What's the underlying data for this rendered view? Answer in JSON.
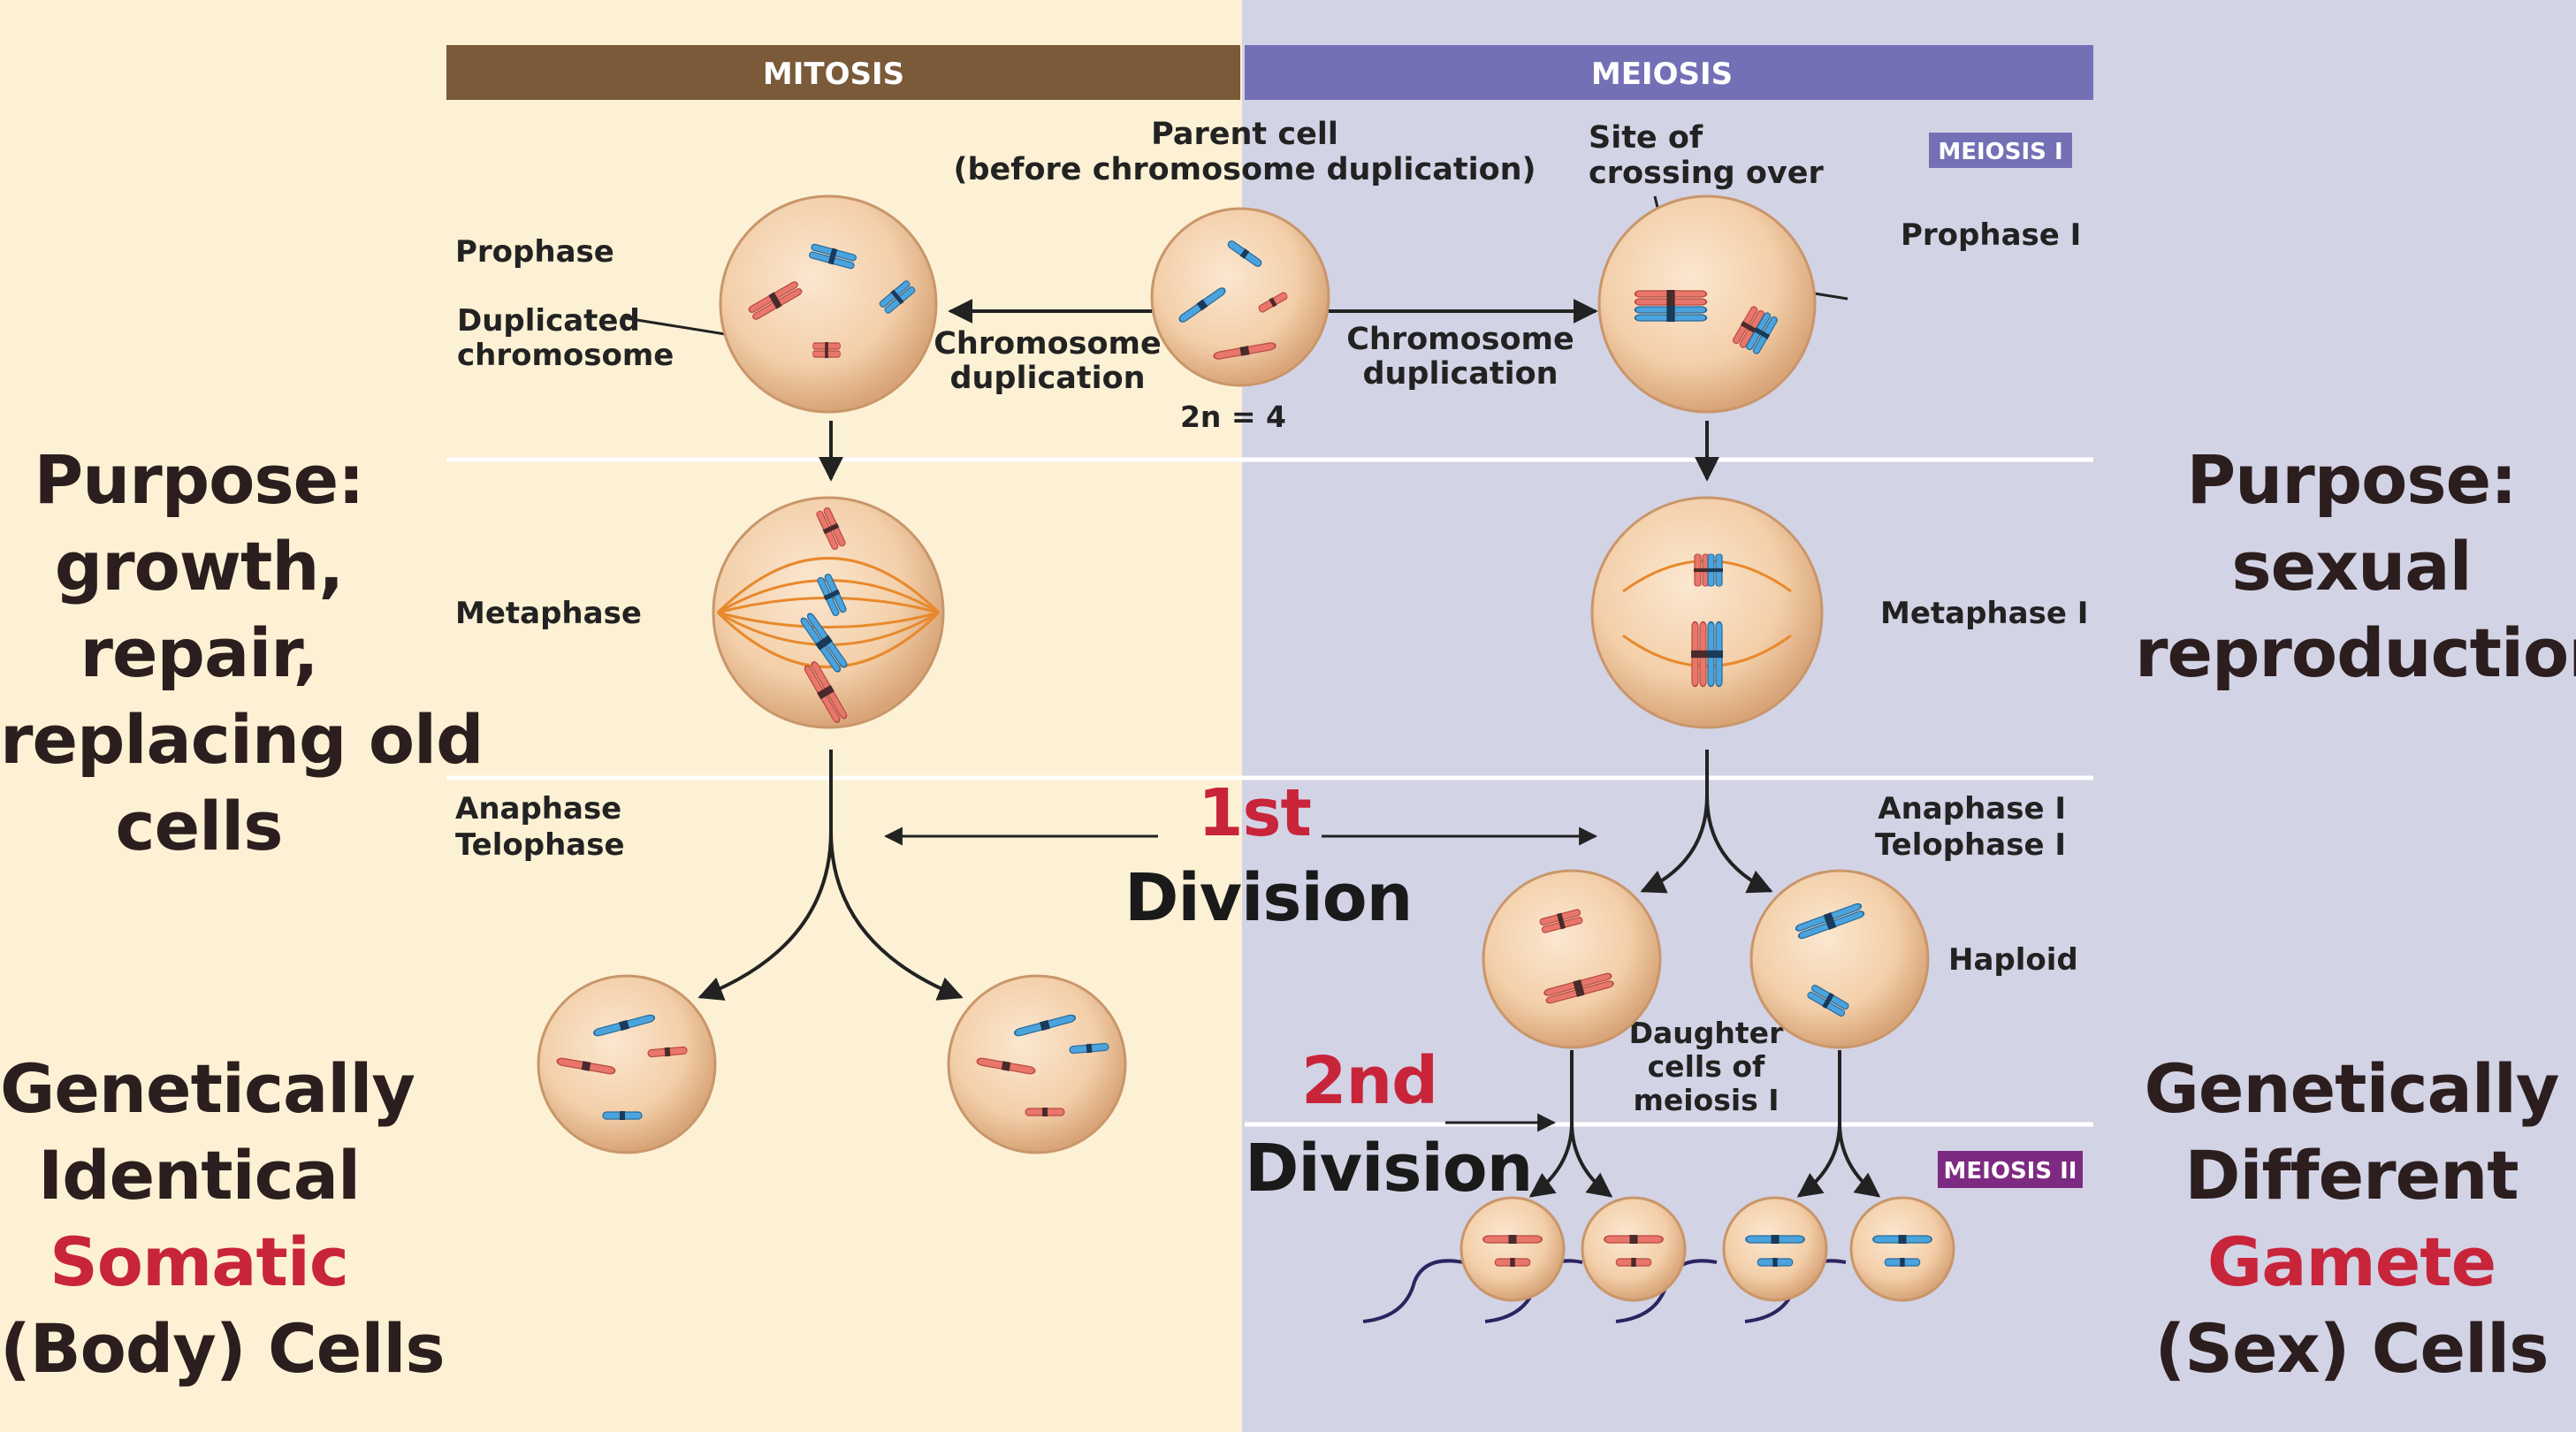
{
  "headers": {
    "mitosis": "MITOSIS",
    "meiosis": "MEIOSIS"
  },
  "badges": {
    "meiosis1": "MEIOSIS I",
    "meiosis2": "MEIOSIS II"
  },
  "parent_cell": {
    "line1": "Parent cell",
    "line2": "(before chromosome duplication)",
    "ploidy": "2n = 4"
  },
  "duplication": {
    "left_line1": "Chromosome",
    "left_line2": "duplication",
    "right_line1": "Chromosome",
    "right_line2": "duplication"
  },
  "mitosis_stages": {
    "prophase": "Prophase",
    "dup_chrom_line1": "Duplicated",
    "dup_chrom_line2": "chromosome",
    "metaphase": "Metaphase",
    "anaphase": "Anaphase",
    "telophase": "Telophase"
  },
  "meiosis_stages": {
    "crossing_line1": "Site of",
    "crossing_line2": "crossing over",
    "prophase1": "Prophase I",
    "metaphase1": "Metaphase I",
    "anaphase1": "Anaphase I",
    "telophase1": "Telophase I",
    "haploid": "Haploid",
    "daughter_line1": "Daughter",
    "daughter_line2": "cells of",
    "daughter_line3": "meiosis I"
  },
  "divisions": {
    "first_num": "1st",
    "first_word": "Division",
    "second_num": "2nd",
    "second_word": "Division"
  },
  "left_purpose": [
    "Purpose:",
    "growth,",
    "repair,",
    "replacing old",
    "cells"
  ],
  "left_result": {
    "line1": "Genetically",
    "line2": "Identical",
    "line3": "Somatic",
    "line4": "(Body) Cells"
  },
  "right_purpose": [
    "Purpose:",
    "sexual",
    "reproduction"
  ],
  "right_result": {
    "line1": "Genetically",
    "line2": "Different",
    "line3": "Gamete",
    "line4": "(Sex) Cells"
  },
  "colors": {
    "mitosis_header": "#7a5a38",
    "meiosis_header": "#7470b6",
    "chromosome_red": "#e8766a",
    "chromosome_blue": "#4aa3dc",
    "accent_red": "#c8243a",
    "cell_fill": "#f3cfa9",
    "spindle": "#e8892c",
    "flagellum": "#2c2460"
  }
}
